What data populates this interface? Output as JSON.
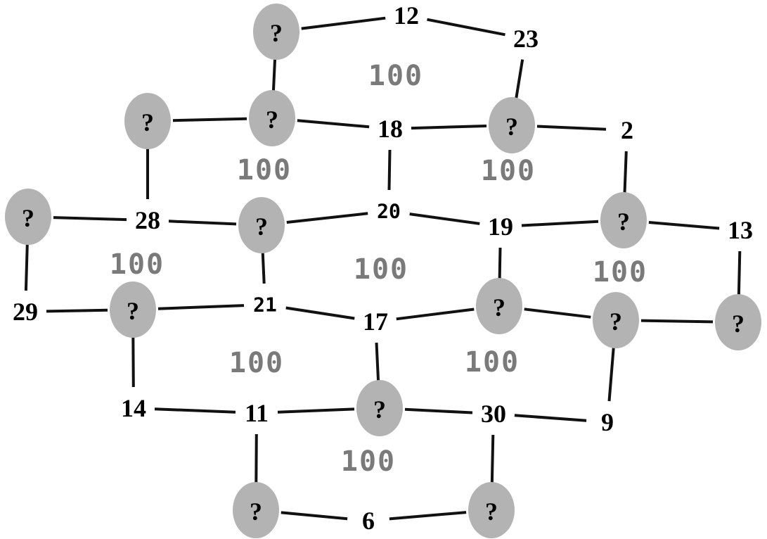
{
  "diagram": {
    "unknown_symbol": "?",
    "colors": {
      "unknown_node_fill": "#b3b3b3",
      "edge": "#111111",
      "face_label": "#7a7a7a",
      "text": "#000000"
    },
    "nodes": [
      {
        "id": "q1",
        "label": "?",
        "type": "unknown"
      },
      {
        "id": "n12",
        "label": "12",
        "type": "number"
      },
      {
        "id": "n23",
        "label": "23",
        "type": "number"
      },
      {
        "id": "q2",
        "label": "?",
        "type": "unknown"
      },
      {
        "id": "q3",
        "label": "?",
        "type": "unknown"
      },
      {
        "id": "n18",
        "label": "18",
        "type": "number"
      },
      {
        "id": "q4",
        "label": "?",
        "type": "unknown"
      },
      {
        "id": "n2",
        "label": "2",
        "type": "number"
      },
      {
        "id": "q5",
        "label": "?",
        "type": "unknown"
      },
      {
        "id": "n28",
        "label": "28",
        "type": "number"
      },
      {
        "id": "q6",
        "label": "?",
        "type": "unknown"
      },
      {
        "id": "n20",
        "label": "20",
        "type": "number",
        "style": "small"
      },
      {
        "id": "n19",
        "label": "19",
        "type": "number"
      },
      {
        "id": "q7",
        "label": "?",
        "type": "unknown"
      },
      {
        "id": "n13",
        "label": "13",
        "type": "number"
      },
      {
        "id": "n29",
        "label": "29",
        "type": "number"
      },
      {
        "id": "q8",
        "label": "?",
        "type": "unknown"
      },
      {
        "id": "n21",
        "label": "21",
        "type": "number",
        "style": "small"
      },
      {
        "id": "n17",
        "label": "17",
        "type": "number"
      },
      {
        "id": "q9",
        "label": "?",
        "type": "unknown"
      },
      {
        "id": "q10",
        "label": "?",
        "type": "unknown"
      },
      {
        "id": "q11",
        "label": "?",
        "type": "unknown"
      },
      {
        "id": "n14",
        "label": "14",
        "type": "number"
      },
      {
        "id": "n11",
        "label": "11",
        "type": "number"
      },
      {
        "id": "q12",
        "label": "?",
        "type": "unknown"
      },
      {
        "id": "n30",
        "label": "30",
        "type": "number"
      },
      {
        "id": "n9",
        "label": "9",
        "type": "number"
      },
      {
        "id": "q13",
        "label": "?",
        "type": "unknown"
      },
      {
        "id": "n6",
        "label": "6",
        "type": "number"
      },
      {
        "id": "q14",
        "label": "?",
        "type": "unknown"
      }
    ],
    "edges": [
      [
        "q1",
        "n12"
      ],
      [
        "n12",
        "n23"
      ],
      [
        "q1",
        "q3"
      ],
      [
        "n23",
        "q4"
      ],
      [
        "q2",
        "q3"
      ],
      [
        "q3",
        "n18"
      ],
      [
        "n18",
        "q4"
      ],
      [
        "q4",
        "n2"
      ],
      [
        "q2",
        "n28"
      ],
      [
        "n18",
        "n20"
      ],
      [
        "n2",
        "q7"
      ],
      [
        "q5",
        "n28"
      ],
      [
        "n28",
        "q6"
      ],
      [
        "q6",
        "n20"
      ],
      [
        "n20",
        "n19"
      ],
      [
        "n19",
        "q7"
      ],
      [
        "q7",
        "n13"
      ],
      [
        "q5",
        "n29"
      ],
      [
        "q6",
        "n21"
      ],
      [
        "n19",
        "q9"
      ],
      [
        "n13",
        "q11"
      ],
      [
        "n29",
        "q8"
      ],
      [
        "q8",
        "n21"
      ],
      [
        "n21",
        "n17"
      ],
      [
        "n17",
        "q9"
      ],
      [
        "q9",
        "q10"
      ],
      [
        "q10",
        "q11"
      ],
      [
        "q8",
        "n14"
      ],
      [
        "n17",
        "q12"
      ],
      [
        "q10",
        "n9"
      ],
      [
        "n14",
        "n11"
      ],
      [
        "n11",
        "q12"
      ],
      [
        "q12",
        "n30"
      ],
      [
        "n30",
        "n9"
      ],
      [
        "n11",
        "q13"
      ],
      [
        "n30",
        "q14"
      ],
      [
        "q13",
        "n6"
      ],
      [
        "n6",
        "q14"
      ]
    ],
    "faces": [
      {
        "id": "face-top",
        "label": "100"
      },
      {
        "id": "face-upper-left",
        "label": "100"
      },
      {
        "id": "face-upper-right",
        "label": "100"
      },
      {
        "id": "face-middle-left",
        "label": "100"
      },
      {
        "id": "face-center",
        "label": "100"
      },
      {
        "id": "face-middle-right",
        "label": "100"
      },
      {
        "id": "face-lower-left",
        "label": "100"
      },
      {
        "id": "face-lower-right",
        "label": "100"
      },
      {
        "id": "face-bottom",
        "label": "100"
      }
    ]
  }
}
